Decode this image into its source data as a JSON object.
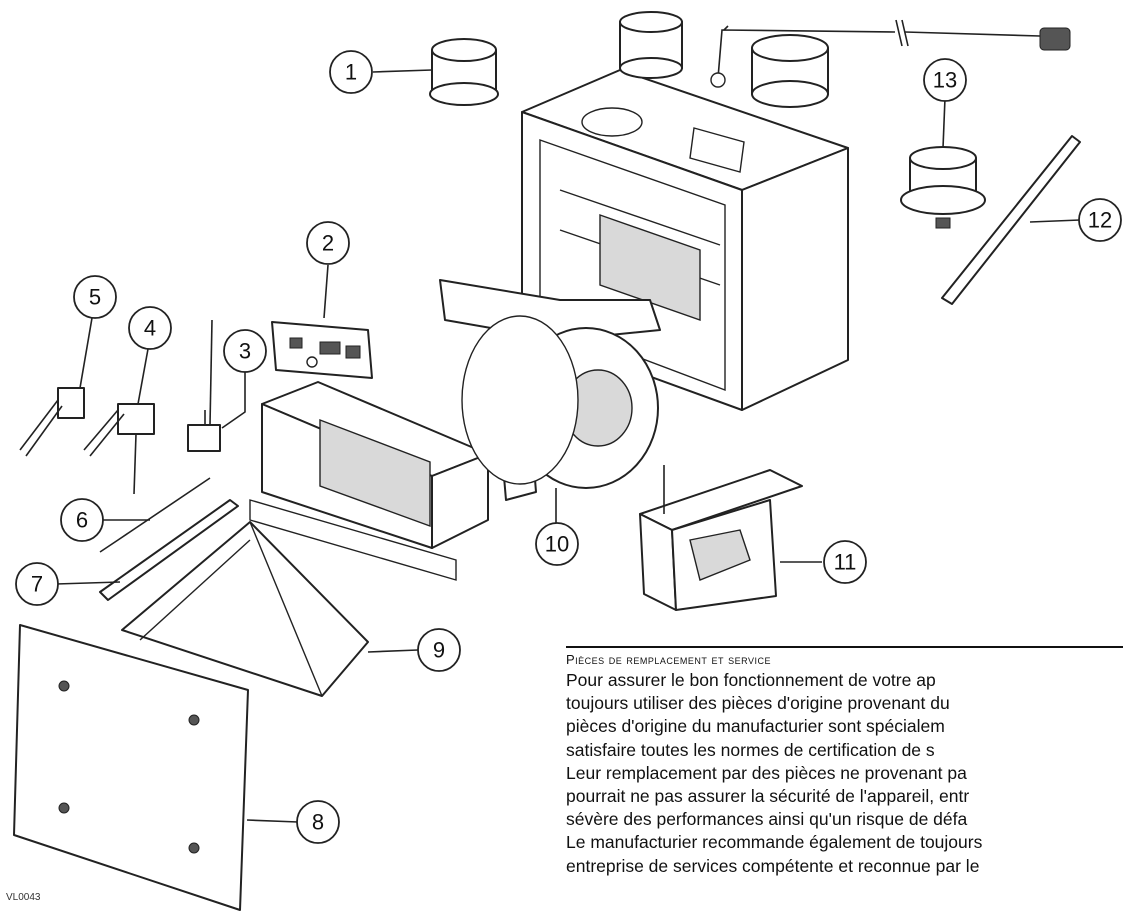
{
  "drawing_id": "VL0043",
  "callouts": [
    "1",
    "2",
    "3",
    "4",
    "5",
    "6",
    "7",
    "8",
    "9",
    "10",
    "11",
    "12",
    "13"
  ],
  "service_box": {
    "title": "Pièces de remplacement et service",
    "lines": [
      "Pour assurer le bon fonctionnement de votre ap",
      "toujours utiliser des pièces d'origine provenant du",
      "pièces d'origine du manufacturier sont spécialem",
      "satisfaire toutes les normes de certification de s",
      "Leur remplacement par des pièces ne provenant pa",
      "pourrait ne pas assurer la sécurité de l'appareil, entr",
      "sévère des performances ainsi qu'un risque de défa",
      "Le manufacturier recommande également de toujours",
      "entreprise de services compétente et reconnue par le"
    ]
  }
}
